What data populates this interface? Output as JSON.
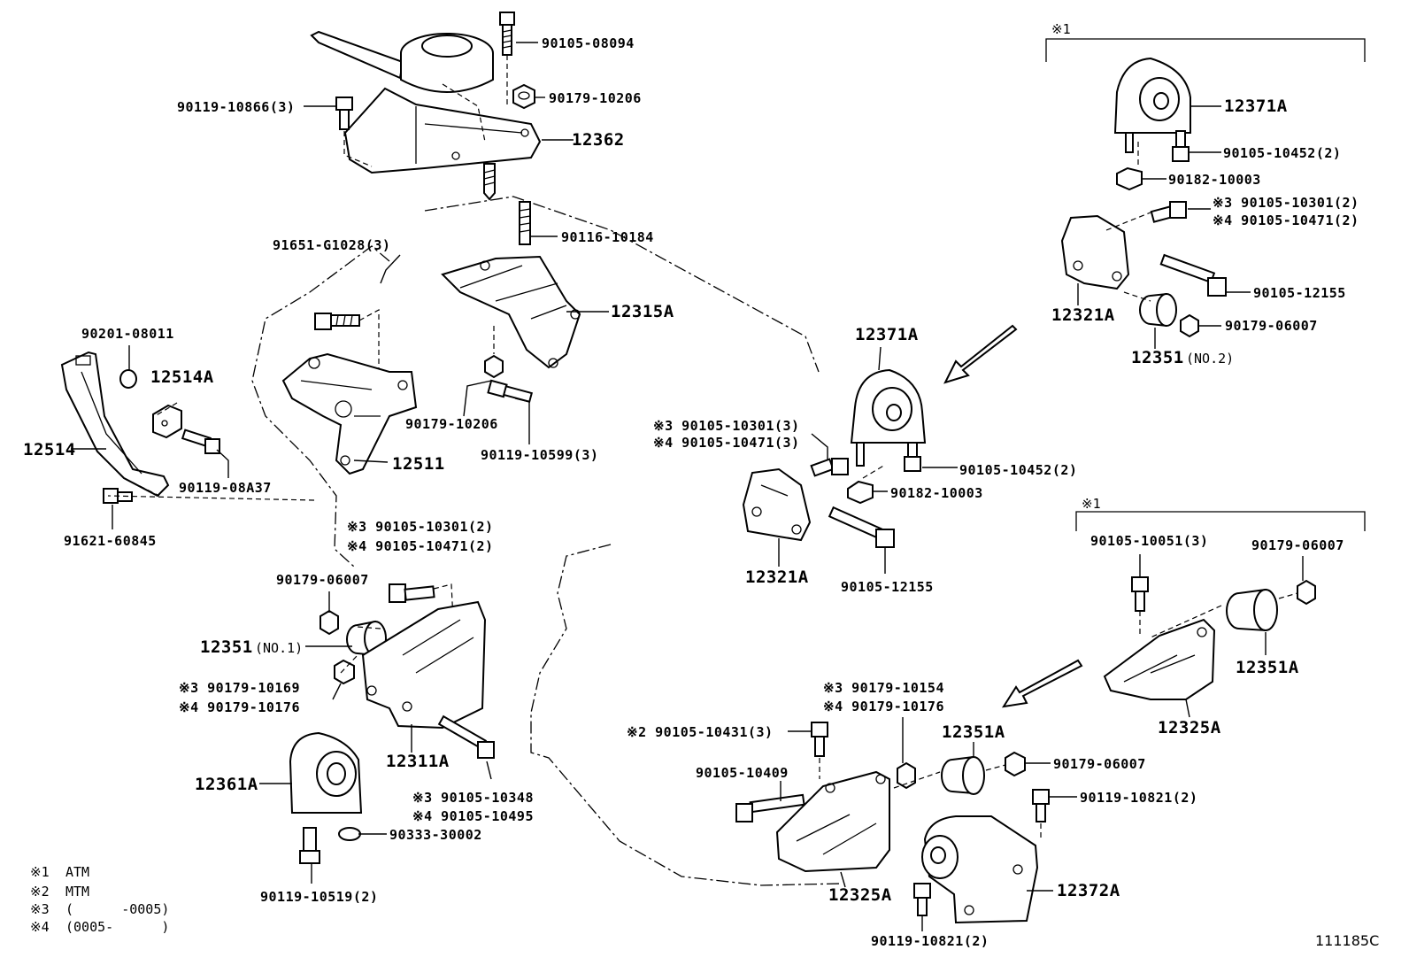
{
  "diagram_id": "111185C",
  "notes": [
    {
      "mark": "※1",
      "text": "ATM"
    },
    {
      "mark": "※2",
      "text": "MTM"
    },
    {
      "mark": "※3",
      "text": "(      -0005)"
    },
    {
      "mark": "※4",
      "text": "(0005-      )"
    }
  ],
  "groups": [
    {
      "mark": "※1"
    },
    {
      "mark": "※1"
    }
  ],
  "labels": [
    "90105-08094",
    "90179-10206",
    "90119-10866(3)",
    "12362",
    "90116-10184",
    "91651-G1028(3)",
    "12315A",
    "90201-08011",
    "12514A",
    "12514",
    "90119-08A37",
    "91621-60845",
    "90179-10206",
    "90119-10599(3)",
    "12511",
    "※3 90105-10301(2)",
    "※4 90105-10471(2)",
    "90179-06007",
    "12351",
    "(NO.1)",
    "※3 90179-10169",
    "※4 90179-10176",
    "12311A",
    "※3 90105-10348",
    "※4 90105-10495",
    "12361A",
    "90333-30002",
    "90119-10519(2)",
    "12371A",
    "※3 90105-10301(3)",
    "※4 90105-10471(3)",
    "90105-10452(2)",
    "90182-10003",
    "12321A",
    "90105-12155",
    "12371A",
    "90105-10452(2)",
    "90182-10003",
    "※3 90105-10301(2)",
    "※4 90105-10471(2)",
    "90105-12155",
    "12321A",
    "90179-06007",
    "12351",
    "(NO.2)",
    "90105-10051(3)",
    "90179-06007",
    "12351A",
    "12325A",
    "※3 90179-10154",
    "※4 90179-10176",
    "12351A",
    "※2 90105-10431(3)",
    "90105-10409",
    "90179-06007",
    "90119-10821(2)",
    "12325A",
    "12372A",
    "90119-10821(2)"
  ]
}
